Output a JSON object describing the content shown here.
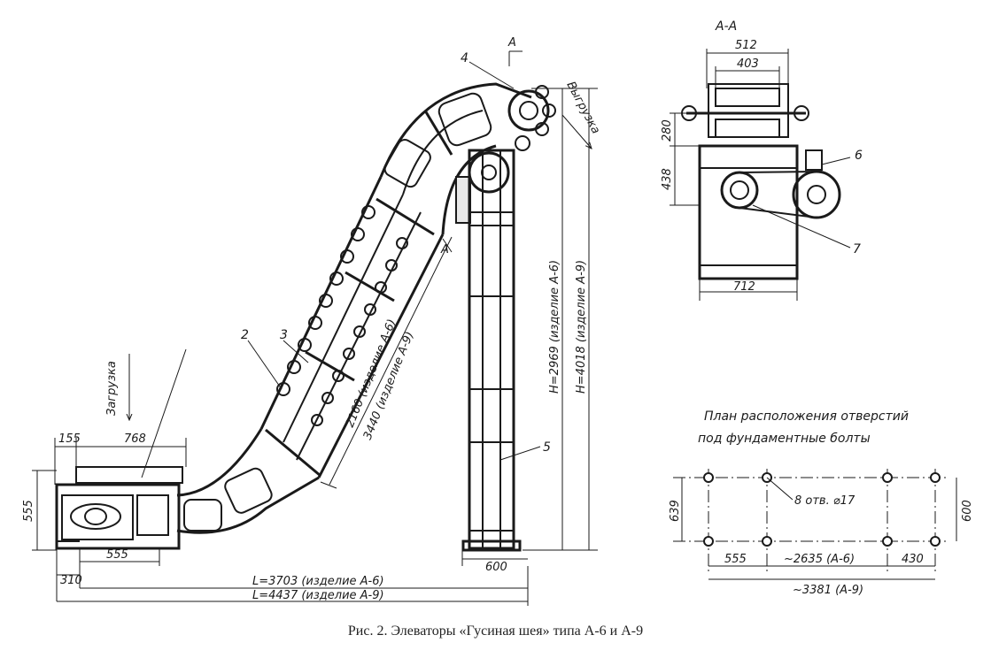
{
  "caption": "Рис. 2. Элеваторы «Гусиная шея» типа А-6 и А-9",
  "labels": {
    "section_mark": "А",
    "section_title": "А-А",
    "loading": "Загрузка",
    "unloading": "Выгрузка",
    "callouts": [
      "2",
      "3",
      "4",
      "5",
      "6",
      "7"
    ],
    "foundation_title_1": "План расположения отверстий",
    "foundation_title_2": "под фундаментные болты",
    "holes_note": "8 отв. ⌀17"
  },
  "dimensions": {
    "d155": "155",
    "d768": "768",
    "d555_left": "555",
    "d555_bottom": "555",
    "d310": "310",
    "d600_base": "600",
    "L_a6": "L=3703 (изделие А-6)",
    "L_a9": "L=4437 (изделие А-9)",
    "H_a6": "H=2969 (изделие А-6)",
    "H_a9": "H=4018 (изделие А-9)",
    "incline_a6": "2160 (изделие А-6)",
    "incline_a9": "3440 (изделие А-9)",
    "w512": "512",
    "w403": "403",
    "h280": "280",
    "h438": "438",
    "w712": "712",
    "f639": "639",
    "f600": "600",
    "f555": "555",
    "f2635": "~2635 (А-6)",
    "f430": "430",
    "f3381": "~3381 (А-9)"
  }
}
